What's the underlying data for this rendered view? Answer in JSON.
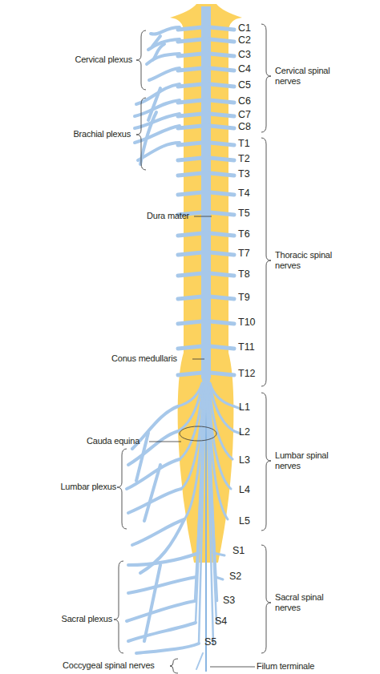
{
  "diagram": {
    "labels": [
      "Cervical plexus",
      "Brachial plexus",
      "Dura mater",
      "Conus medullaris",
      "Cauda equina",
      "Lumbar plexus",
      "Sacral plexus",
      "Coccygeal spinal nerves",
      "Filum terminale",
      "Cervical spinal nerves",
      "Thoracic spinal nerves",
      "Lumbar spinal nerves",
      "Sacral spinal nerves",
      "C1",
      "C2",
      "C3",
      "C4",
      "C5",
      "C6",
      "C7",
      "C8",
      "T1",
      "T2",
      "T3",
      "T4",
      "T5",
      "T6",
      "T7",
      "T8",
      "T9",
      "T10",
      "T11",
      "T12",
      "L1",
      "L2",
      "L3",
      "L4",
      "L5",
      "S1",
      "S2",
      "S3",
      "S4",
      "S5"
    ]
  }
}
